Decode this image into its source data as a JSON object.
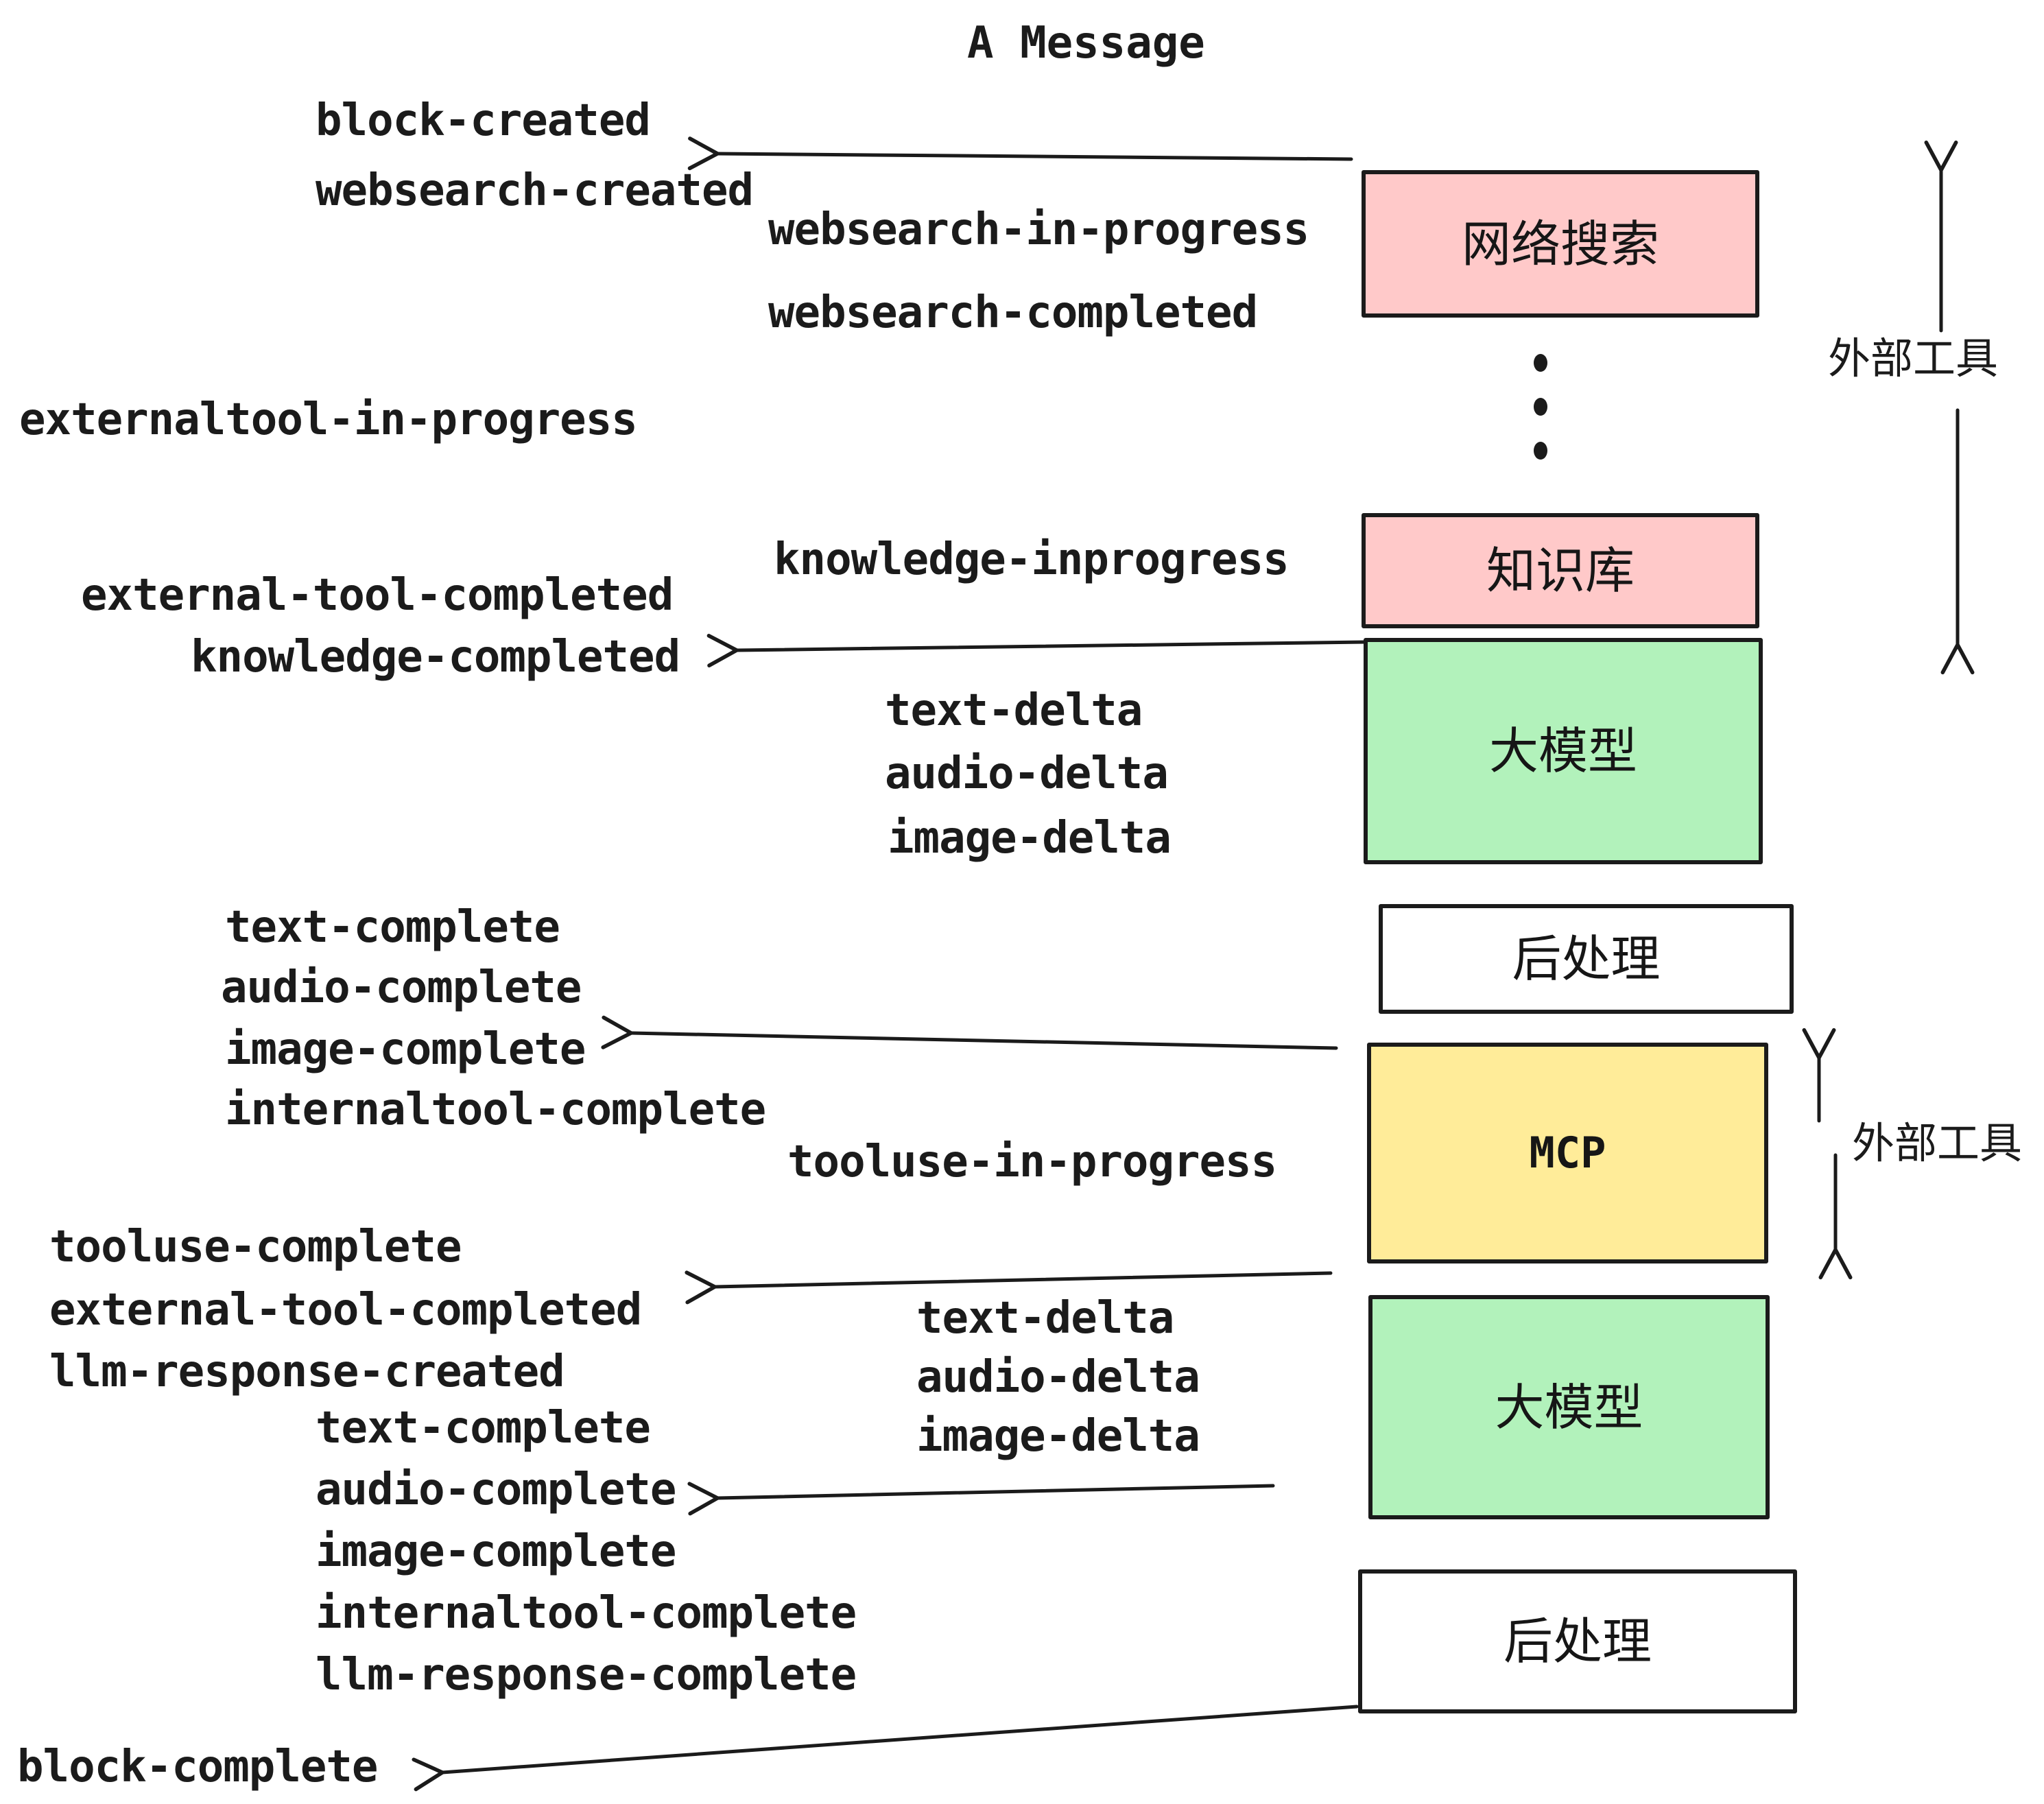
{
  "title": "A Message",
  "colors": {
    "pink": "#ffc9c9",
    "green": "#b2f2bb",
    "yellow": "#ffec99",
    "white": "#ffffff",
    "ink": "#1b1b1b"
  },
  "boxes": {
    "websearch": {
      "label": "网络搜索"
    },
    "knowledge": {
      "label": "知识库"
    },
    "llm1": {
      "label": "大模型"
    },
    "postprocess1": {
      "label": "后处理"
    },
    "mcp": {
      "label": "MCP"
    },
    "llm2": {
      "label": "大模型"
    },
    "postprocess2": {
      "label": "后处理"
    }
  },
  "annotations": {
    "external_tools_top": "外部工具",
    "external_tools_bottom": "外部工具"
  },
  "events": {
    "block_created": "block-created",
    "websearch_created": "websearch-created",
    "websearch_in_progress": "websearch-in-progress",
    "websearch_completed": "websearch-completed",
    "externaltool_in_progress": "externaltool-in-progress",
    "knowledge_inprogress": "knowledge-inprogress",
    "external_tool_completed": "external-tool-completed",
    "knowledge_completed": "knowledge-completed",
    "text_delta": "text-delta",
    "audio_delta": "audio-delta",
    "image_delta": "image-delta",
    "text_complete": "text-complete",
    "audio_complete": "audio-complete",
    "image_complete": "image-complete",
    "internaltool_complete": "internaltool-complete",
    "tooluse_in_progress": "tooluse-in-progress",
    "tooluse_complete": "tooluse-complete",
    "external_tool_completed2": "external-tool-completed",
    "llm_response_created": "llm-response-created",
    "text_complete2": "text-complete",
    "audio_complete2": "audio-complete",
    "text_delta2": "text-delta",
    "audio_delta2": "audio-delta",
    "image_delta2": "image-delta",
    "image_complete2": "image-complete",
    "internaltool_complete2": "internaltool-complete",
    "llm_response_complete": "llm-response-complete",
    "block_complete": "block-complete"
  }
}
